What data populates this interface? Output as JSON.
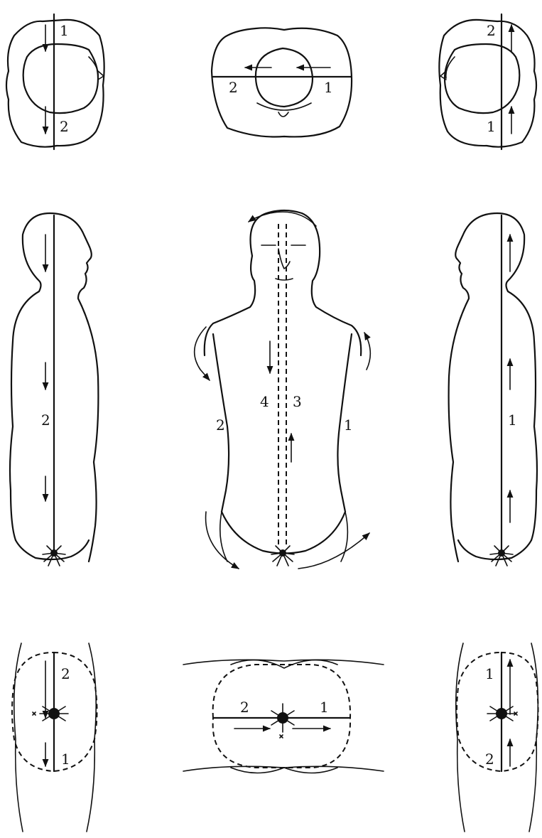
{
  "labels": {
    "top_left_a": "1",
    "top_left_b": "2",
    "top_mid_a": "2",
    "top_mid_b": "1",
    "top_right_a": "2",
    "top_right_b": "1",
    "mid_left": "2",
    "mid_center_a": "4",
    "mid_center_b": "3",
    "mid_center_c": "2",
    "mid_center_d": "1",
    "mid_right": "1",
    "bot_left_a": "2",
    "bot_left_b": "1",
    "bot_mid_a": "2",
    "bot_mid_b": "1",
    "bot_right_a": "1",
    "bot_right_b": "2"
  }
}
